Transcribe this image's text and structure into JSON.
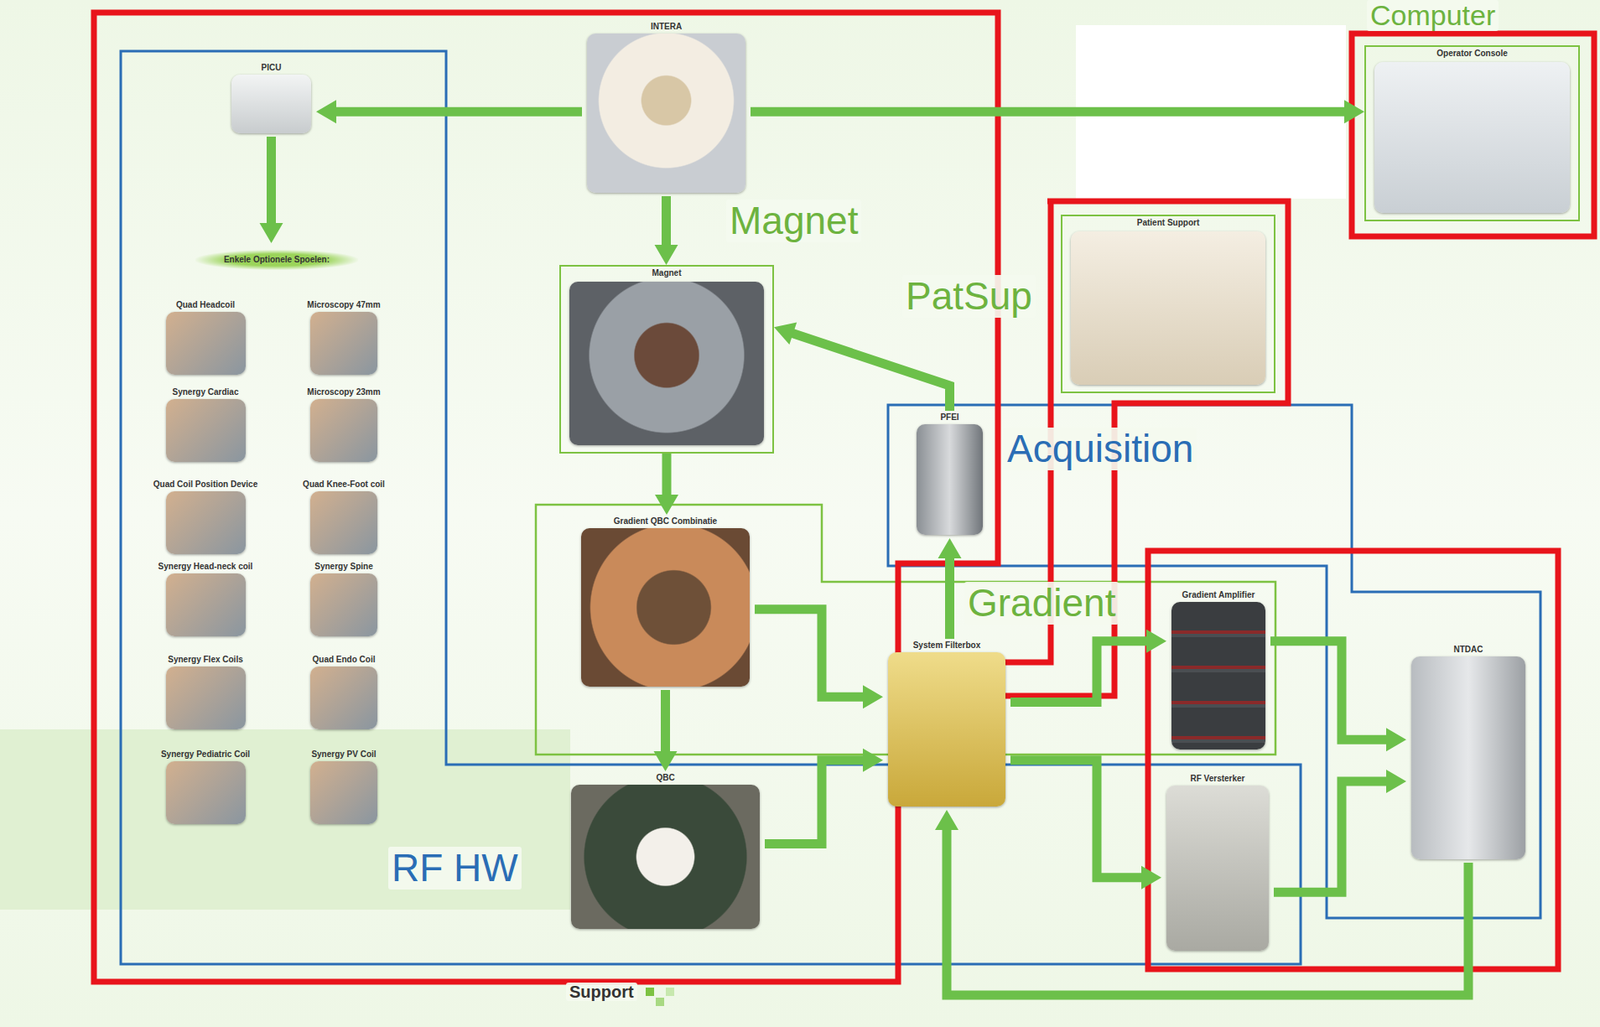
{
  "diagram": {
    "nodes": [
      {
        "text": [
          "INTERA"
        ]
      },
      {
        "text": [
          "PICU"
        ]
      },
      {
        "text": [
          "Enkele Optionele Spoelen:"
        ]
      },
      {
        "text": [
          "Quad Headcoil"
        ],
        "in": 2
      },
      {
        "text": [
          "Microscopy 47mm"
        ],
        "in": 2
      },
      {
        "text": [
          "Synergy Cardiac"
        ],
        "in": 2
      },
      {
        "text": [
          "Microscopy 23mm"
        ],
        "in": 2
      },
      {
        "text": [
          "Quad Coil Position Device"
        ],
        "in": 2
      },
      {
        "text": [
          "Quad Knee-Foot coil"
        ],
        "in": 2
      },
      {
        "text": [
          "Synergy Head-neck coil"
        ],
        "in": 2
      },
      {
        "text": [
          "Synergy Spine"
        ],
        "in": 2
      },
      {
        "text": [
          "Synergy Flex Coils"
        ],
        "in": 2
      },
      {
        "text": [
          "Quad Endo Coil"
        ],
        "in": 2
      },
      {
        "text": [
          "Synergy Pediatric Coil"
        ],
        "in": 2
      },
      {
        "text": [
          "Synergy PV Coil"
        ],
        "in": 2
      },
      {
        "text": [
          "Magnet"
        ]
      },
      {
        "text": [
          "Gradient QBC Combinatie"
        ]
      },
      {
        "text": [
          "QBC"
        ]
      },
      {
        "text": [
          "PFEI"
        ]
      },
      {
        "text": [
          "System Filterbox"
        ]
      },
      {
        "text": [
          "Gradient Amplifier"
        ]
      },
      {
        "text": [
          "RF Versterker"
        ]
      },
      {
        "text": [
          "NTDAC"
        ]
      },
      {
        "text": [
          "Patient Support"
        ]
      },
      {
        "text": [
          "Operator Console"
        ]
      }
    ],
    "edges": [
      {
        "from": 0,
        "to": 1,
        "arrow": "to"
      },
      {
        "from": 0,
        "to": 24,
        "arrow": "to"
      },
      {
        "from": 1,
        "to": 2,
        "arrow": "to"
      },
      {
        "from": 0,
        "to": 15,
        "arrow": "to"
      },
      {
        "from": 15,
        "to": 16,
        "arrow": "to"
      },
      {
        "from": 16,
        "to": 17,
        "arrow": "to"
      },
      {
        "from": 18,
        "to": 15,
        "arrow": "to"
      },
      {
        "from": 19,
        "to": 18,
        "arrow": "to"
      },
      {
        "from": 16,
        "to": 19,
        "arrow": "to"
      },
      {
        "from": 17,
        "to": 19,
        "arrow": "to"
      },
      {
        "from": 19,
        "to": 20,
        "arrow": "to"
      },
      {
        "from": 19,
        "to": 21,
        "arrow": "to"
      },
      {
        "from": 20,
        "to": 22,
        "arrow": "to"
      },
      {
        "from": 21,
        "to": 22,
        "arrow": "to"
      },
      {
        "from": 22,
        "to": 19,
        "arrow": "to"
      }
    ],
    "labels": [
      "Magnet",
      "PatSup",
      "Acquisition",
      "Gradient",
      "RF HW",
      "Computer",
      "Support"
    ]
  }
}
